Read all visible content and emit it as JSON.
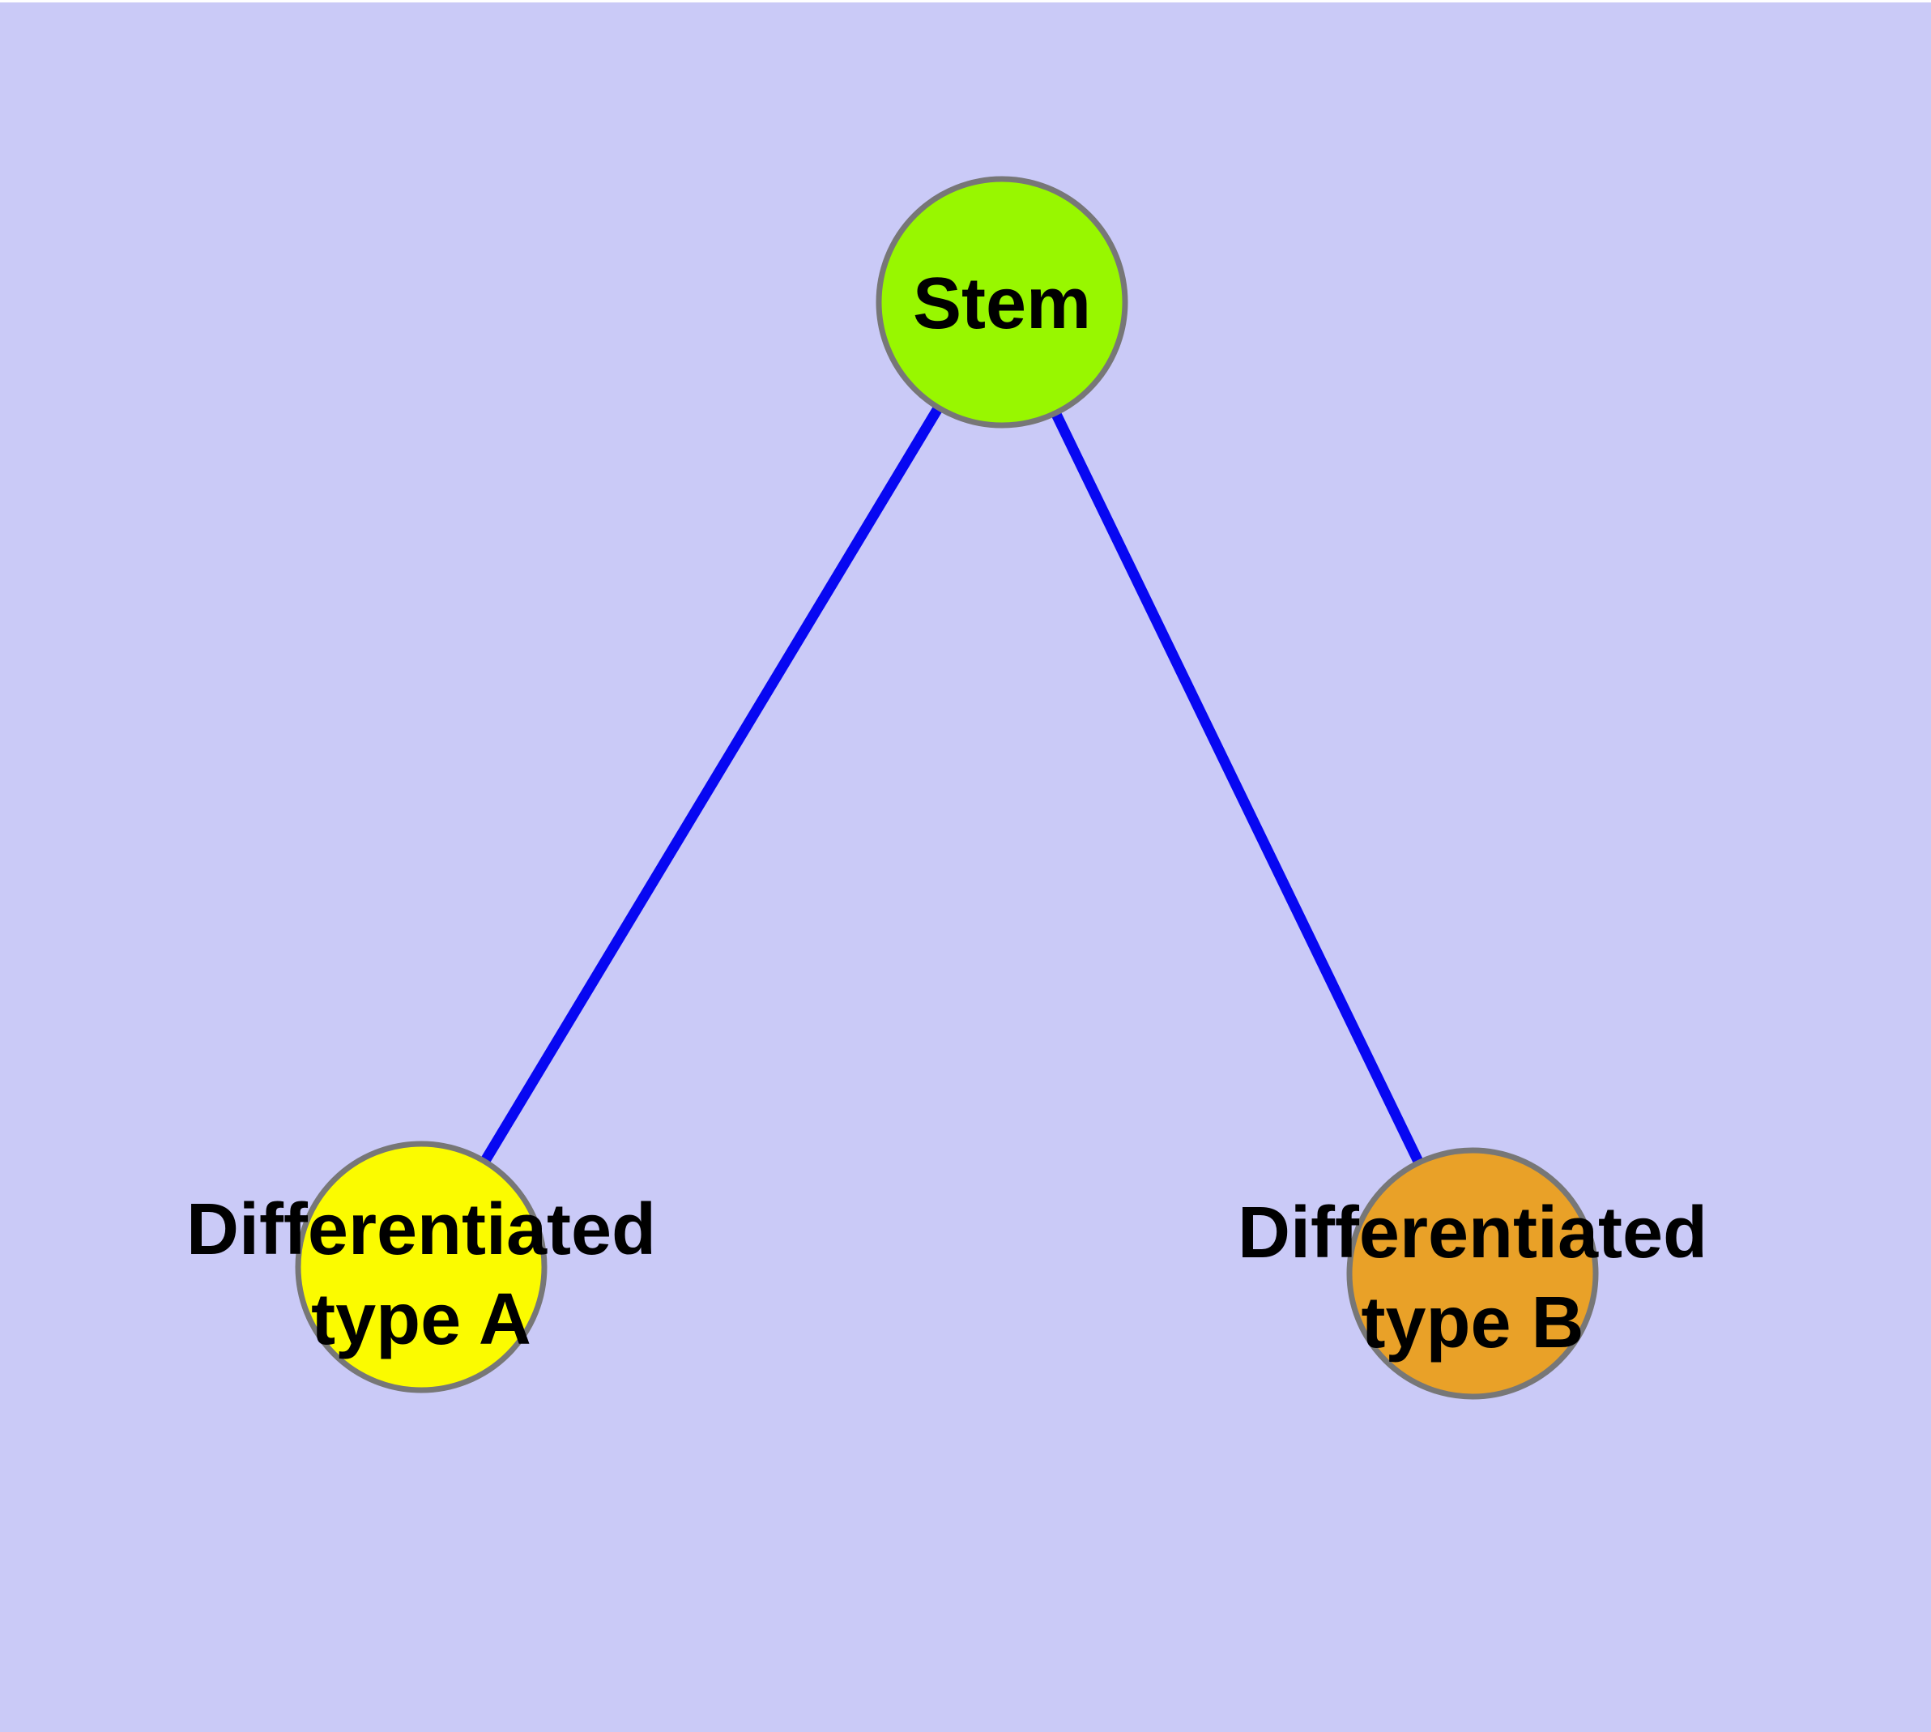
{
  "canvas": {
    "background_color": "#cacaf7",
    "top_strip_color": "#ffffff"
  },
  "diagram": {
    "type": "graph",
    "description": "Stem cell differentiation tree with one root node and two leaf nodes",
    "text_color": "#000000",
    "node_border_color": "#777777",
    "edge_color": "#0707f2",
    "nodes": [
      {
        "id": "stem",
        "label": "Stem",
        "fill": "#98f700"
      },
      {
        "id": "differentiated-type-a",
        "label": "Differentiated type A",
        "label_line1": "Differentiated",
        "label_line2": "type A",
        "fill": "#fbfb00"
      },
      {
        "id": "differentiated-type-b",
        "label": "Differentiated type B",
        "label_line1": "Differentiated",
        "label_line2": "type B",
        "fill": "#e9a128"
      }
    ],
    "edges": [
      {
        "from": "stem",
        "to": "differentiated-type-a",
        "color": "#0707f2"
      },
      {
        "from": "stem",
        "to": "differentiated-type-b",
        "color": "#0707f2"
      }
    ]
  }
}
